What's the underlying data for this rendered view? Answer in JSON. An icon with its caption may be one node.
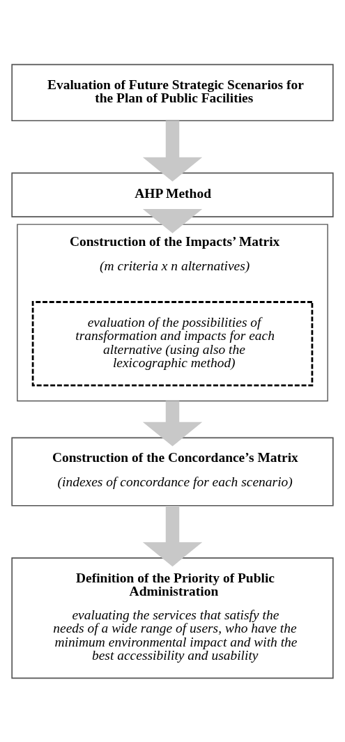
{
  "diagram": {
    "nodes": [
      {
        "text": [
          "Evaluation of Future Strategic Scenarios for the Plan of Public Facilities"
        ]
      },
      {
        "text": [
          "AHP Method"
        ]
      },
      {
        "text": [
          "Construction of the Impacts’ Matrix",
          "(m criteria x n alternatives)"
        ]
      },
      {
        "text": [
          "evaluation of the possibilities of transformation and impacts for each alternative (using also the lexicographic method)"
        ],
        "in": 2
      },
      {
        "text": [
          "Construction of the Concordance’s Matrix",
          "(indexes of concordance for each scenario)"
        ]
      },
      {
        "text": [
          "Definition of the Priority of Public Administration",
          "evaluating the services that satisfy the needs of a wide range of users, who have the minimum environmental impact and with the best accessibility and usability"
        ]
      }
    ],
    "edges": [
      {
        "from": 0,
        "to": 1,
        "arrow": "to"
      },
      {
        "from": 1,
        "to": 2,
        "arrow": "to"
      },
      {
        "from": 2,
        "to": 4,
        "arrow": "to"
      },
      {
        "from": 4,
        "to": 5,
        "arrow": "to"
      }
    ]
  }
}
